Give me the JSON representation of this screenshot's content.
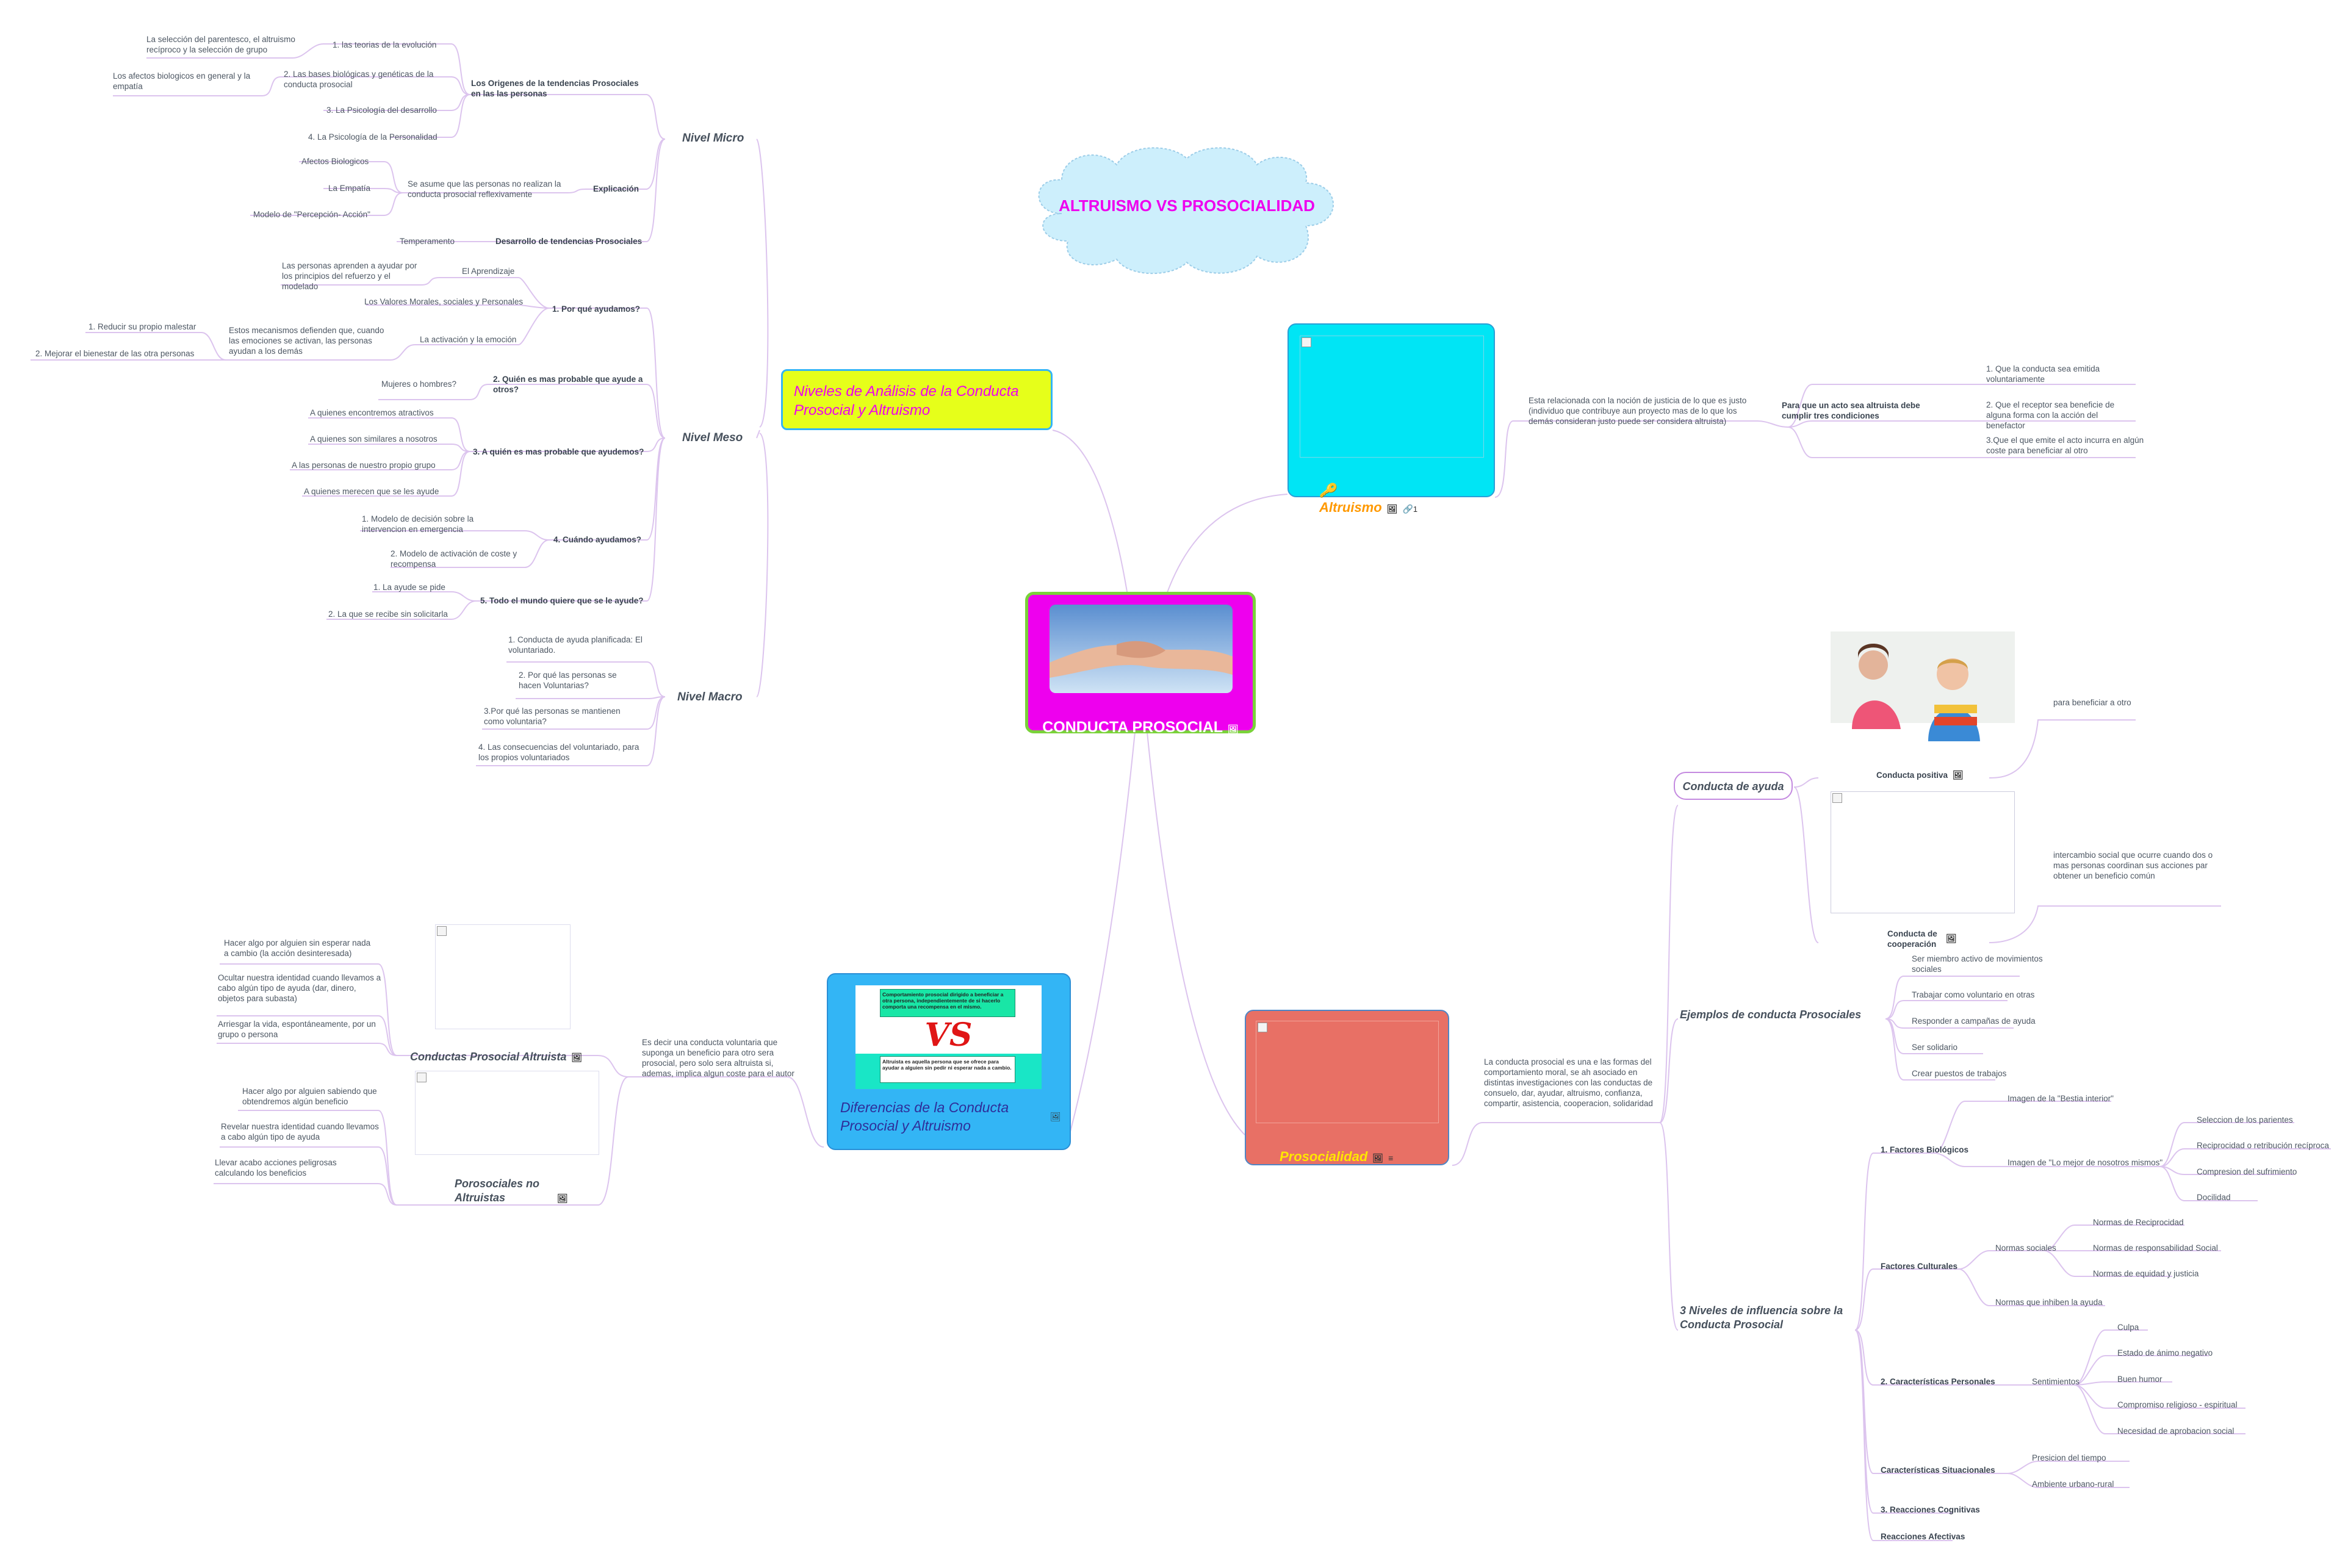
{
  "title": "ALTRUISMO VS PROSOCIALIDAD",
  "colors": {
    "center_fill": "#ee00ee",
    "center_border": "#7ad23a",
    "niveles_fill": "#e6ff1a",
    "altruismo_fill": "#00e5f5",
    "diferencias_fill": "#33b5f5",
    "prosocialidad_fill": "#e87065",
    "cloud_fill": "#cdeffc",
    "title_color": "#ee00ee",
    "link_color": "#dcc4ee"
  },
  "center": {
    "label": "CONDUCTA PROSOCIAL",
    "icon": "image-icon"
  },
  "niveles": {
    "label": "Niveles de Análisis de la Conducta Prosocial y Altruismo",
    "micro": {
      "label": "Nivel Micro",
      "origenes": {
        "label": "Los Origenes de la tendencias Prosociales en las las personas",
        "items": [
          {
            "label": "1. las teorias de la evolución",
            "detail": "La selección del parentesco, el altruismo recíproco y la selección de grupo"
          },
          {
            "label": "2. Las bases biológicas y genéticas de la conducta prosocial",
            "detail": "Los afectos biologicos en general y la empatía"
          },
          {
            "label": "3. La Psicología del desarrollo",
            "detail": ""
          },
          {
            "label": "4. La Psicología de la Personalidad",
            "detail": ""
          }
        ]
      },
      "explicacion": {
        "label": "Explicación",
        "sub": "Se asume que las personas no realizan la conducta prosocial reflexivamente",
        "items": [
          "Afectos Biologicos",
          "La Empatía",
          "Modelo de \"Percepción- Acción\""
        ]
      },
      "desarrollo": {
        "label": "Desarrollo de tendencias Prosociales",
        "item": "Temperamento"
      }
    },
    "meso": {
      "label": "Nivel Meso",
      "q1": {
        "label": "1. Por qué ayudamos?",
        "aprendizaje": "El Aprendizaje",
        "aprendizaje_detail": "Las personas aprenden a ayudar por los principios del refuerzo y el modelado",
        "valores": "Los Valores Morales, sociales y Personales",
        "activacion": "La activación y la emoción",
        "activacion_detail": "Estos mecanismos defienden que, cuando las emociones se activan, las personas ayudan a los demás",
        "activacion_items": [
          "1. Reducir su propio malestar",
          "2. Mejorar el bienestar de las otra  personas"
        ]
      },
      "q2": {
        "label": "2. Quién es mas probable que ayude a otros?",
        "item": "Mujeres o hombres?"
      },
      "q3": {
        "label": "3. A quién es mas probable que ayudemos?",
        "items": [
          "A quienes encontremos atractivos",
          "A quienes son similares a nosotros",
          "A las personas de nuestro propio grupo",
          "A quienes merecen que se les ayude"
        ]
      },
      "q4": {
        "label": "4. Cuándo ayudamos?",
        "items": [
          "1. Modelo de decisión sobre la intervencion en emergencia",
          "2. Modelo de activación de coste y recompensa"
        ]
      },
      "q5": {
        "label": "5. Todo el mundo quiere que se le ayude?",
        "items": [
          "1. La ayude se pide",
          "2. La que se recibe sin solicitarla"
        ]
      }
    },
    "macro": {
      "label": "Nivel Macro",
      "items": [
        "1. Conducta de ayuda planificada: El voluntariado.",
        "2. Por qué las personas se hacen Voluntarias?",
        "3.Por qué las personas se mantienen como voluntaria?",
        "4. Las consecuencias del voluntariado, para los propios voluntariados"
      ]
    }
  },
  "altruismo": {
    "label": "Altruismo",
    "link_count": "1",
    "definition": "Esta relacionada con la noción de justicia de lo que es justo (individuo que contribuye aun proyecto mas de lo que los demás consideran justo puede ser considera altruista)",
    "condiciones_label": "Para que un acto sea altruista debe cumplir tres condiciones",
    "condiciones": [
      "1. Que la conducta sea emitida voluntariamente",
      "2. Que el receptor sea beneficie de alguna forma con la acción del benefactor",
      "3.Que el que emite el acto incurra en algún coste para beneficiar al otro"
    ]
  },
  "diferencias": {
    "label": "Diferencias de la Conducta Prosocial y Altruismo",
    "card_top": "Comportamiento prosocial dirigido a beneficiar a otra persona, independientemente de si hacerlo comporta una recompensa en el mismo.",
    "card_vs": "VS",
    "card_bottom": "Altruista es aquella persona que se ofrece para ayudar a alguien sin pedir ni esperar nada a cambio.",
    "definition": "Es decir una conducta voluntaria que suponga un beneficio para otro sera prosocial, pero solo sera altruista si, ademas, implica algun coste para el autor",
    "altruista": {
      "label": "Conductas Prosocial Altruista",
      "items": [
        "Hacer algo por alguien sin esperar nada a cambio (la acción desinteresada)",
        "Ocultar nuestra identidad cuando llevamos a cabo algún tipo de ayuda (dar, dinero, objetos  para subasta)",
        "Arriesgar la vida, espontáneamente, por un grupo o persona"
      ]
    },
    "no_altruista": {
      "label": "Porosociales no Altruistas",
      "items": [
        "Hacer algo por alguien sabiendo que obtendremos algún beneficio",
        "Revelar nuestra identidad cuando llevamos a cabo algún tipo de ayuda",
        "Llevar acabo acciones peligrosas calculando los beneficios"
      ]
    }
  },
  "prosocialidad": {
    "label": "Prosocialidad",
    "definition": "La conducta prosocial es una e las formas del comportamiento moral, se ah asociado en distintas investigaciones con las conductas de consuelo, dar, ayudar, altruismo, confianza, compartir, asistencia, cooperacion, solidaridad",
    "ayuda": {
      "label": "Conducta de ayuda",
      "positiva": "Conducta positiva",
      "positiva_detail": "para beneficiar a otro",
      "cooperacion": "Conducta de cooperación",
      "cooperacion_detail": "intercambio social que ocurre cuando dos o mas personas coordinan sus acciones par obtener un beneficio común"
    },
    "ejemplos": {
      "label": "Ejemplos de conducta Prosociales",
      "items": [
        "Ser miembro activo de movimientos sociales",
        "Trabajar como voluntario en otras",
        "Responder a campañas de ayuda",
        "Ser solidario",
        "Crear puestos de trabajos"
      ]
    },
    "niveles3": {
      "label": "3 Niveles de influencia sobre la Conducta Prosocial",
      "biologicos": {
        "label": "1. Factores Biológicos",
        "bestia": "Imagen de la \"Bestia interior\"",
        "mejor": "Imagen de \"Lo mejor de nosotros mismos\"",
        "mejor_items": [
          "Seleccion de los parientes",
          "Reciprocidad o retribución recíproca",
          "Compresion del sufrimiento",
          "Docilidad"
        ]
      },
      "culturales": {
        "label": "Factores Culturales",
        "normas": "Normas sociales",
        "normas_items": [
          "Normas de Reciprocidad",
          "Normas de responsabilidad Social",
          "Normas de equidad y justicia"
        ],
        "inhiben": "Normas que inhiben la ayuda"
      },
      "personales": {
        "label": "2. Características Personales",
        "sentimientos": "Sentimientos",
        "items": [
          "Culpa",
          "Estado de ánimo negativo",
          "Buen humor",
          "Compromiso religioso - espiritual",
          "Necesidad de aprobacion social"
        ]
      },
      "situacionales": {
        "label": "Características Situacionales",
        "items": [
          "Presicion del tiempo",
          "Ambiente urbano-rural"
        ]
      },
      "cognitivas": "3. Reacciones Cognitivas",
      "afectivas": "Reacciones Afectivas"
    }
  }
}
